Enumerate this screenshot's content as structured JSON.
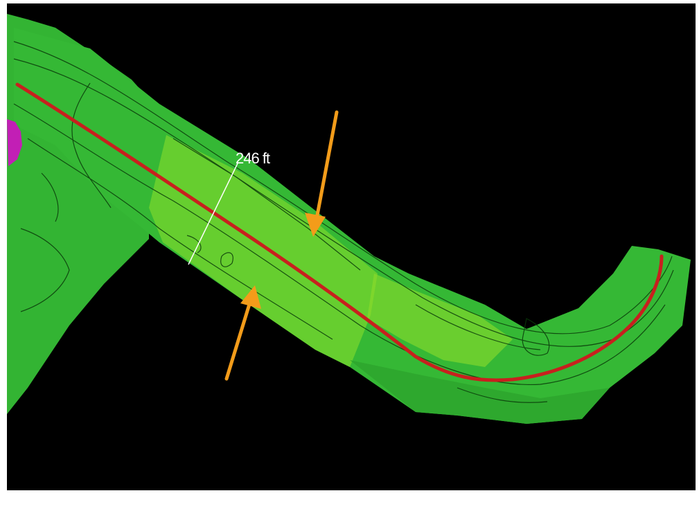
{
  "map": {
    "background_color": "#000000",
    "frame_color": "#ffffff",
    "terrain_color": "#2fb52f",
    "terrain_highlight_color": "#7bdc2e",
    "contour_color": "#0a3a0a",
    "alignment_color": "#c8201e",
    "arrow_color": "#f39c1a",
    "measure_line_color": "#ffffff",
    "measurement": {
      "label": "246 ft"
    },
    "arrows": [
      {
        "name": "top-arrow",
        "icon": "arrow-down-left-icon"
      },
      {
        "name": "bottom-arrow",
        "icon": "arrow-up-right-icon"
      }
    ]
  }
}
